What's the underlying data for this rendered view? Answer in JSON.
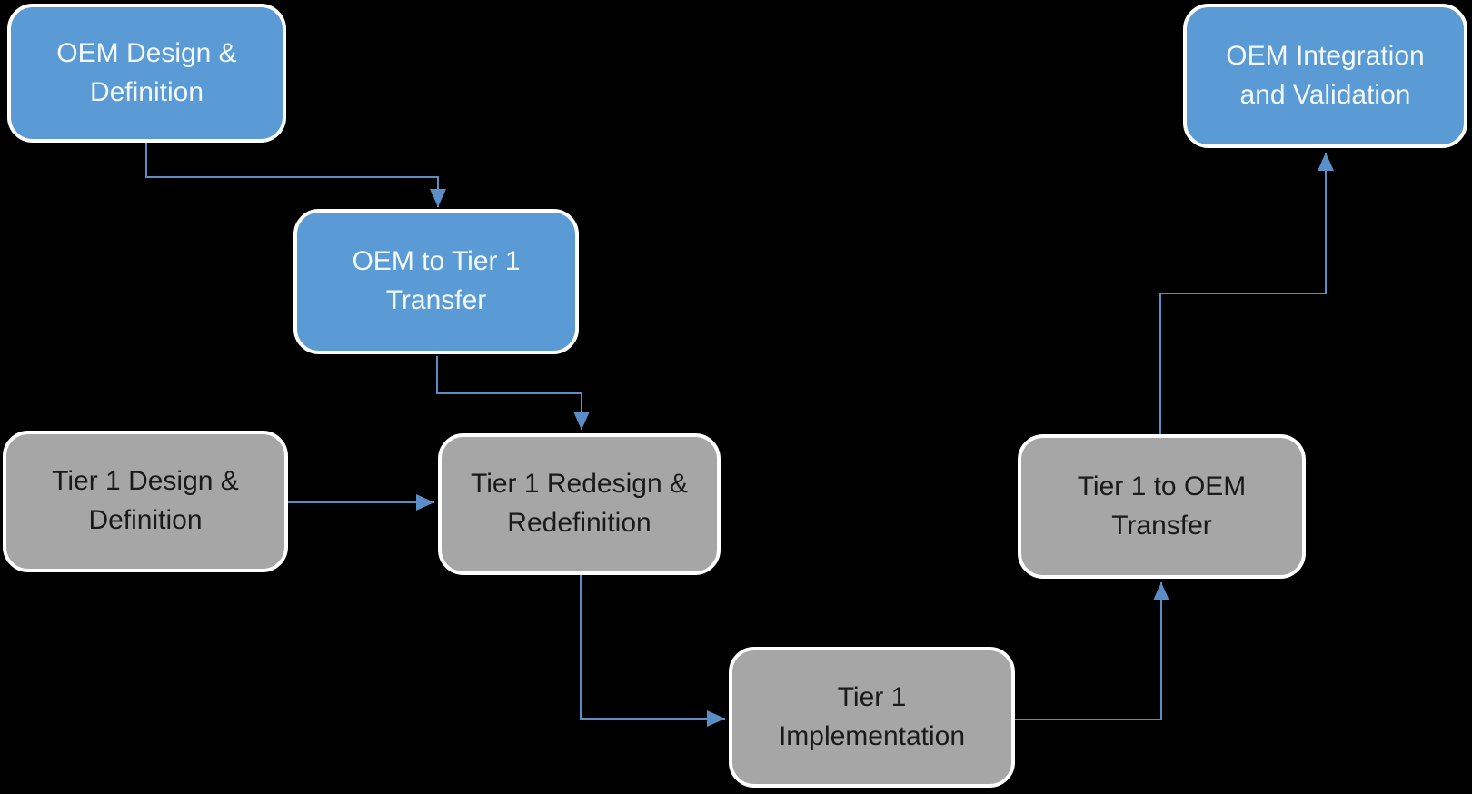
{
  "diagram": {
    "background_color": "#000000",
    "colors": {
      "oem_fill": "#5B9BD5",
      "tier1_fill": "#A6A6A6",
      "node_border": "#FFFFFF",
      "connector": "#5B8EC7",
      "oem_text": "#F2F8FC",
      "tier1_text": "#1A1A1A"
    },
    "nodes": [
      {
        "id": "oem-design",
        "label": "OEM Design & Definition",
        "type": "oem"
      },
      {
        "id": "oem-to-tier1",
        "label": "OEM to Tier 1 Transfer",
        "type": "oem"
      },
      {
        "id": "tier1-design",
        "label": "Tier 1 Design & Definition",
        "type": "tier1"
      },
      {
        "id": "tier1-redesign",
        "label": "Tier 1 Redesign & Redefinition",
        "type": "tier1"
      },
      {
        "id": "tier1-impl",
        "label": "Tier 1 Implementation",
        "type": "tier1"
      },
      {
        "id": "tier1-to-oem",
        "label": "Tier 1 to OEM Transfer",
        "type": "tier1"
      },
      {
        "id": "oem-integration",
        "label": "OEM Integration and Validation",
        "type": "oem"
      }
    ],
    "edges": [
      {
        "from": "oem-design",
        "to": "oem-to-tier1"
      },
      {
        "from": "oem-to-tier1",
        "to": "tier1-redesign"
      },
      {
        "from": "tier1-design",
        "to": "tier1-redesign"
      },
      {
        "from": "tier1-redesign",
        "to": "tier1-impl"
      },
      {
        "from": "tier1-impl",
        "to": "tier1-to-oem"
      },
      {
        "from": "tier1-to-oem",
        "to": "oem-integration"
      }
    ]
  }
}
